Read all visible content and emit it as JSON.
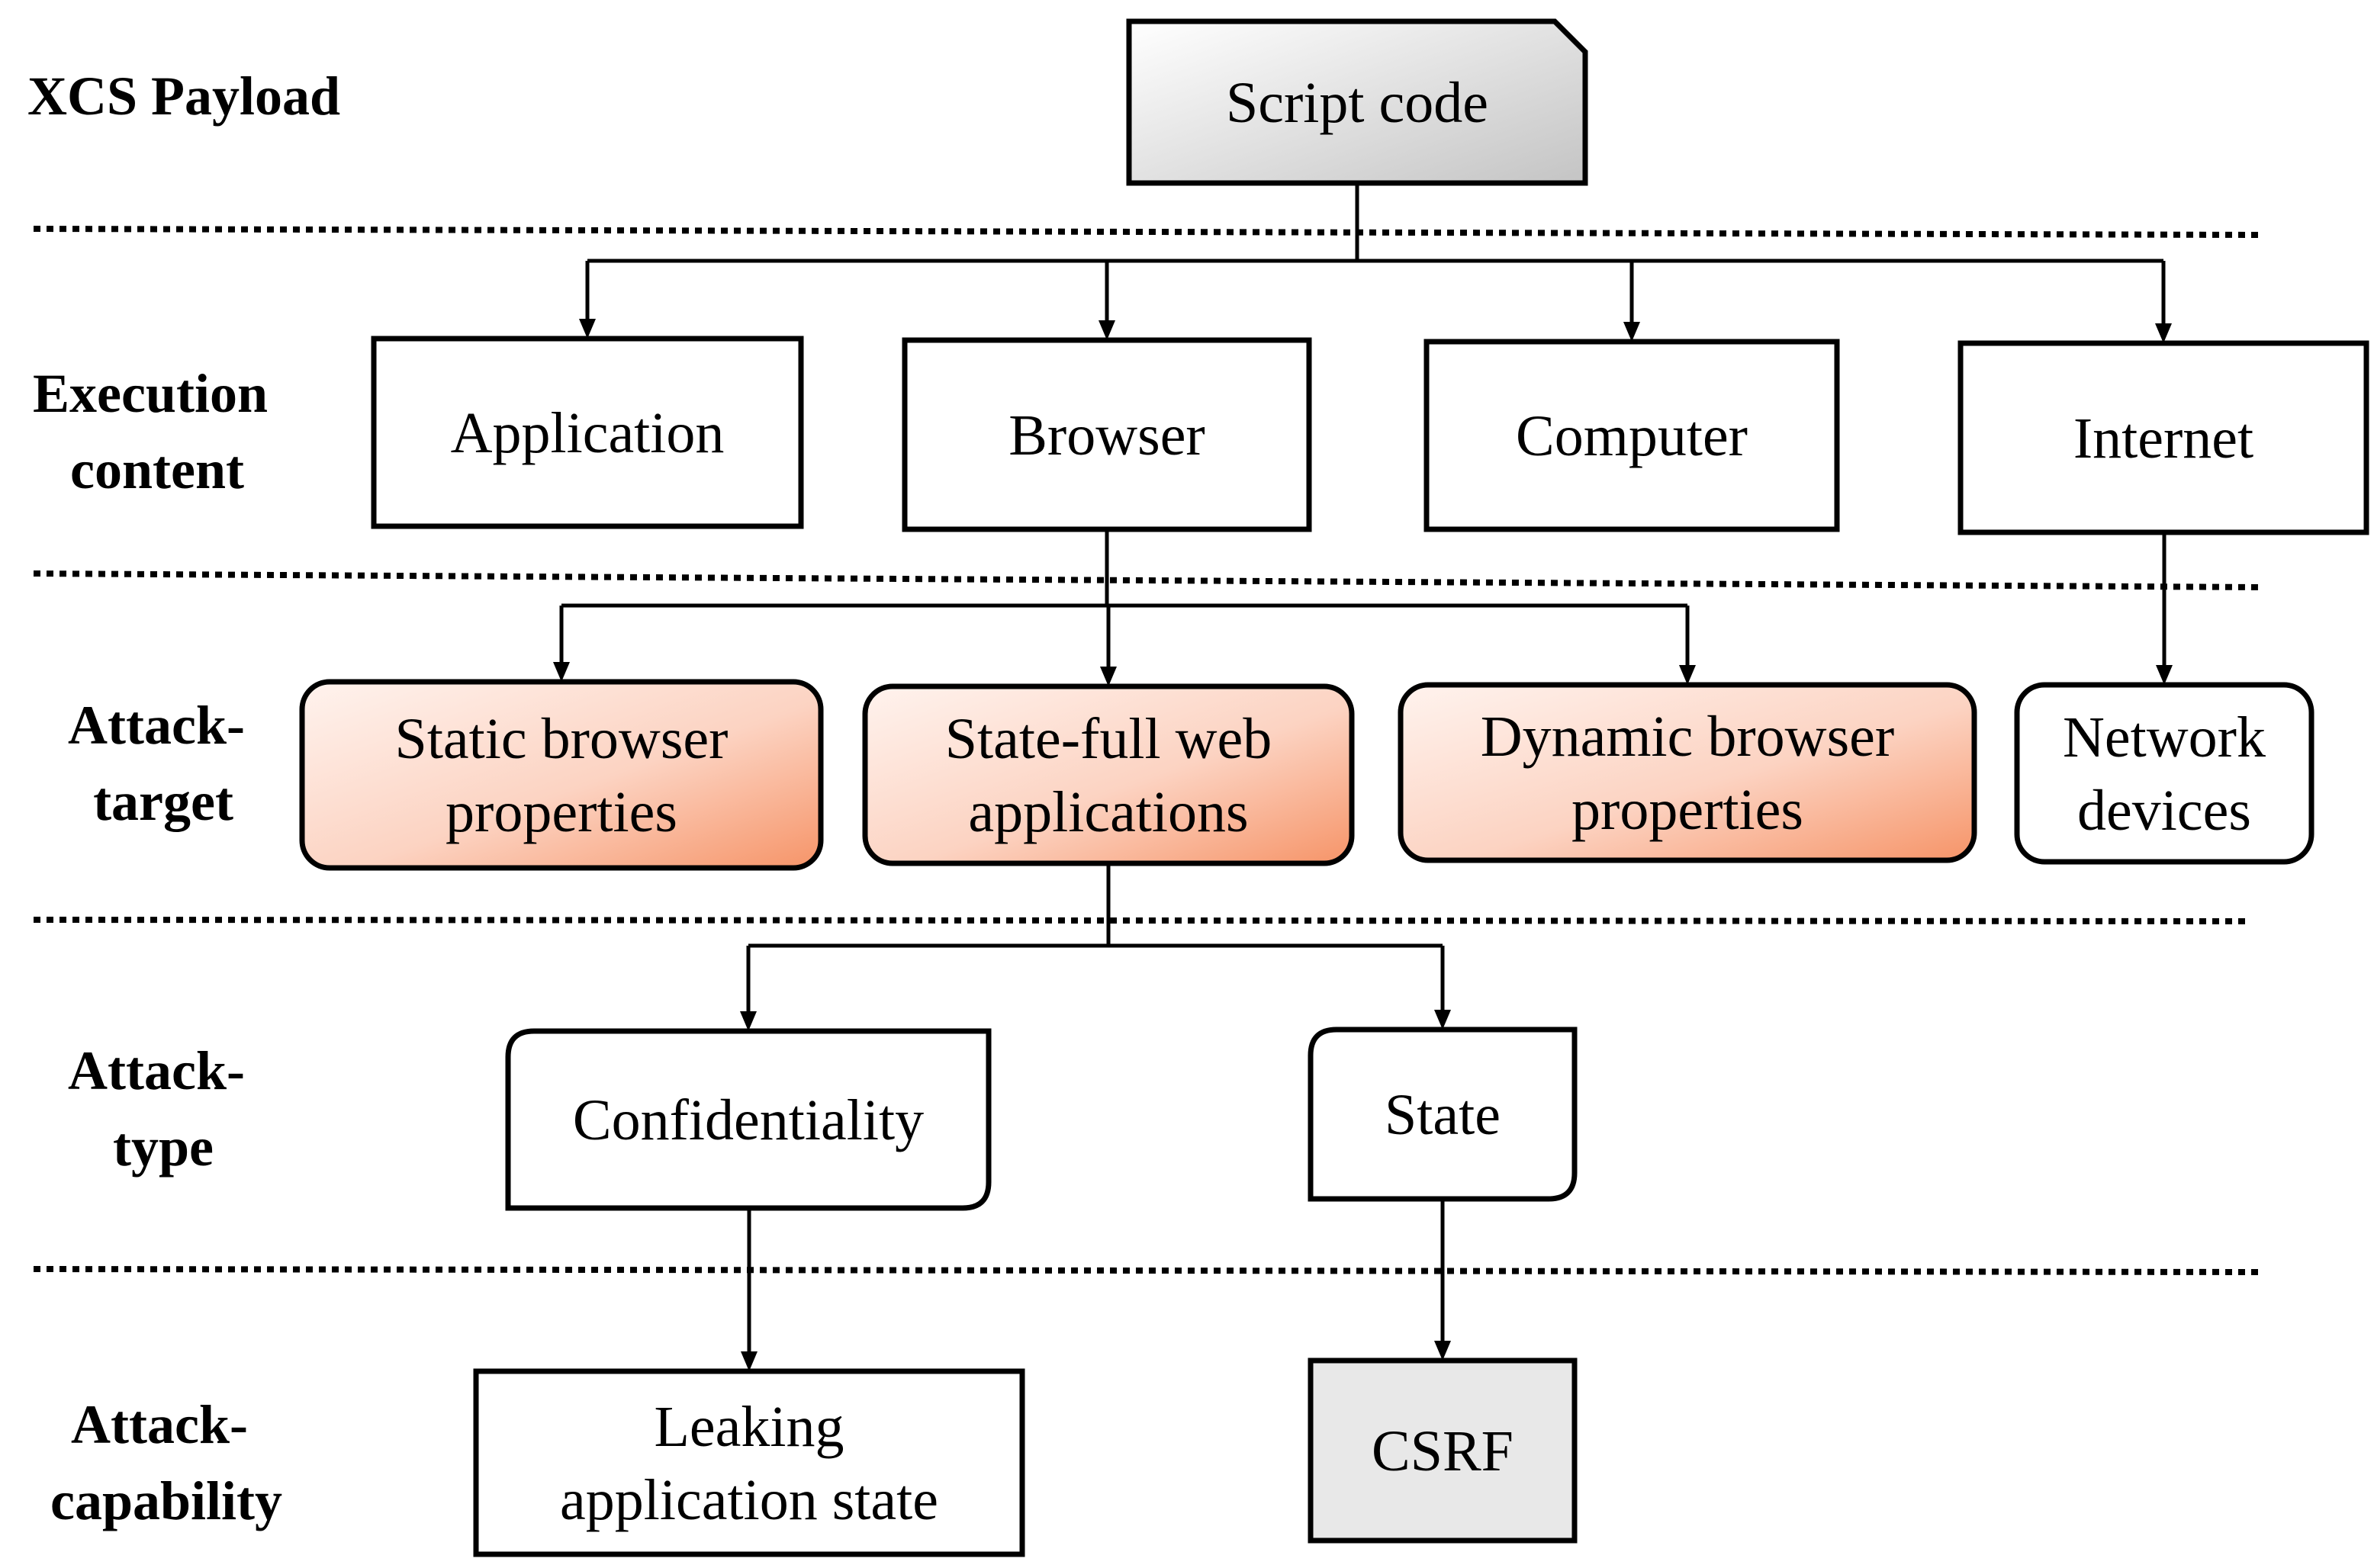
{
  "colors": {
    "stroke": "#000000",
    "payload_fill": "#d0d0d0",
    "target_fill_light": "#fde6dc",
    "target_fill_dark": "#f79a72",
    "csrf_fill": "#e8e8e8",
    "white": "#ffffff"
  },
  "rows": [
    {
      "id": "payload",
      "lines": [
        "XCS Payload"
      ]
    },
    {
      "id": "execution",
      "lines": [
        "Execution",
        "content"
      ]
    },
    {
      "id": "target",
      "lines": [
        "Attack-",
        "target"
      ]
    },
    {
      "id": "type",
      "lines": [
        "Attack-",
        "type"
      ]
    },
    {
      "id": "capability",
      "lines": [
        "Attack-",
        "capability"
      ]
    }
  ],
  "nodes": [
    {
      "id": "script",
      "row": "payload",
      "shape": "folded-corner",
      "fill": "payload",
      "lines": [
        "Script code"
      ]
    },
    {
      "id": "application",
      "row": "execution",
      "shape": "rect",
      "fill": "white",
      "lines": [
        "Application"
      ]
    },
    {
      "id": "browser",
      "row": "execution",
      "shape": "rect",
      "fill": "white",
      "lines": [
        "Browser"
      ]
    },
    {
      "id": "computer",
      "row": "execution",
      "shape": "rect",
      "fill": "white",
      "lines": [
        "Computer"
      ]
    },
    {
      "id": "internet",
      "row": "execution",
      "shape": "rect",
      "fill": "white",
      "lines": [
        "Internet"
      ]
    },
    {
      "id": "static",
      "row": "target",
      "shape": "rounded",
      "fill": "gradient",
      "lines": [
        "Static browser",
        "properties"
      ]
    },
    {
      "id": "statefull",
      "row": "target",
      "shape": "rounded",
      "fill": "gradient",
      "lines": [
        "State-full web",
        "applications"
      ]
    },
    {
      "id": "dynamic",
      "row": "target",
      "shape": "rounded",
      "fill": "gradient",
      "lines": [
        "Dynamic browser",
        "properties"
      ]
    },
    {
      "id": "network",
      "row": "target",
      "shape": "rounded",
      "fill": "white",
      "lines": [
        "Network",
        "devices"
      ]
    },
    {
      "id": "confidentiality",
      "row": "type",
      "shape": "corner-rounded",
      "fill": "white",
      "lines": [
        "Confidentiality"
      ]
    },
    {
      "id": "state",
      "row": "type",
      "shape": "corner-rounded",
      "fill": "white",
      "lines": [
        "State"
      ]
    },
    {
      "id": "leaking",
      "row": "capability",
      "shape": "rect",
      "fill": "white",
      "lines": [
        "Leaking",
        "application state"
      ]
    },
    {
      "id": "csrf",
      "row": "capability",
      "shape": "rect",
      "fill": "csrf",
      "lines": [
        "CSRF"
      ]
    }
  ],
  "edges": [
    {
      "from": "script",
      "to": "application"
    },
    {
      "from": "script",
      "to": "browser"
    },
    {
      "from": "script",
      "to": "computer"
    },
    {
      "from": "script",
      "to": "internet"
    },
    {
      "from": "browser",
      "to": "static"
    },
    {
      "from": "browser",
      "to": "statefull"
    },
    {
      "from": "browser",
      "to": "dynamic"
    },
    {
      "from": "internet",
      "to": "network"
    },
    {
      "from": "statefull",
      "to": "confidentiality"
    },
    {
      "from": "statefull",
      "to": "state"
    },
    {
      "from": "confidentiality",
      "to": "leaking"
    },
    {
      "from": "state",
      "to": "csrf"
    }
  ]
}
